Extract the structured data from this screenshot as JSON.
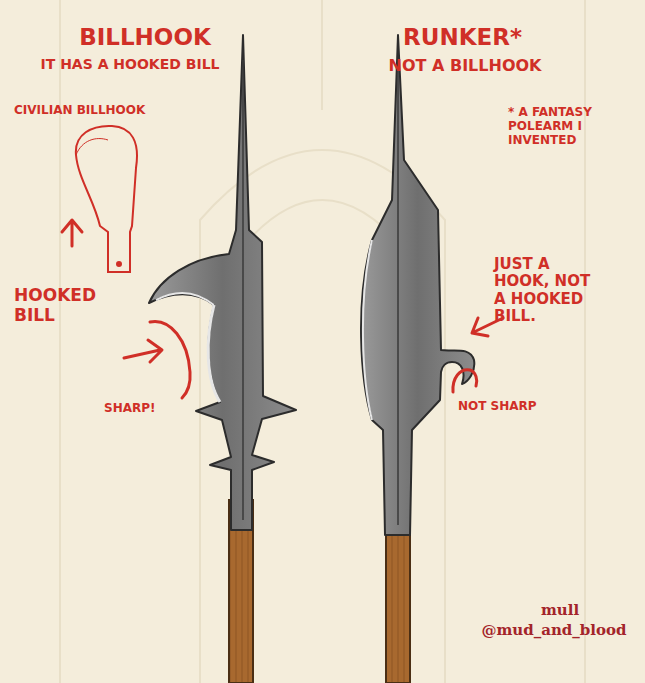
{
  "diagram": {
    "labels": [
      "BILLHOOK",
      "IT HAS A HOOKED BILL",
      "RUNKER*",
      "NOT A BILLHOOK",
      "CIVILIAN BILLHOOK",
      "* A FANTASY POLEARM I INVENTED",
      "HOOKED BILL",
      "JUST A HOOK, NOT A HOOKED BILL.",
      "SHARP!",
      "NOT SHARP",
      "mull",
      "@mud_and_blood"
    ]
  }
}
